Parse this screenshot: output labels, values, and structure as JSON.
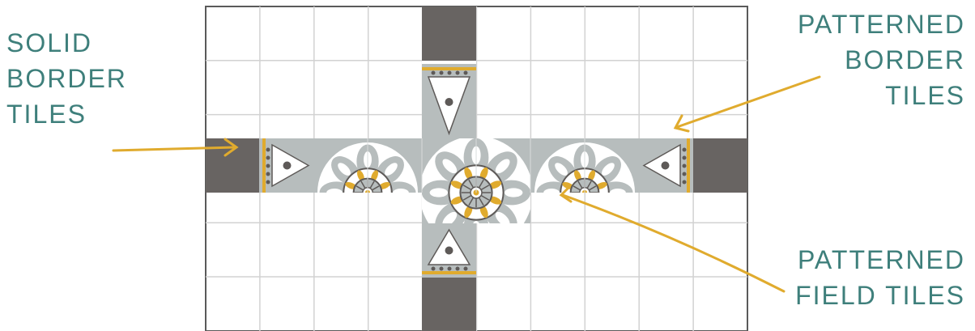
{
  "labels": {
    "solid_border": [
      "SOLID",
      "BORDER",
      "TILES"
    ],
    "patterned_border": [
      "PATTERNED",
      "BORDER",
      "TILES"
    ],
    "patterned_field": [
      "PATTERNED",
      "FIELD TILES"
    ]
  },
  "colors": {
    "label_text": "#3e7f7b",
    "arrow": "#e0ab2e",
    "grid_line": "#d2d2d2",
    "grid_frame": "#5a5a5a",
    "solid_tile": "#686462",
    "pattern_base": "#b7bdbd",
    "pattern_dark": "#5e5a58",
    "pattern_light": "#ffffff",
    "pattern_accent": "#e0ab2e"
  }
}
